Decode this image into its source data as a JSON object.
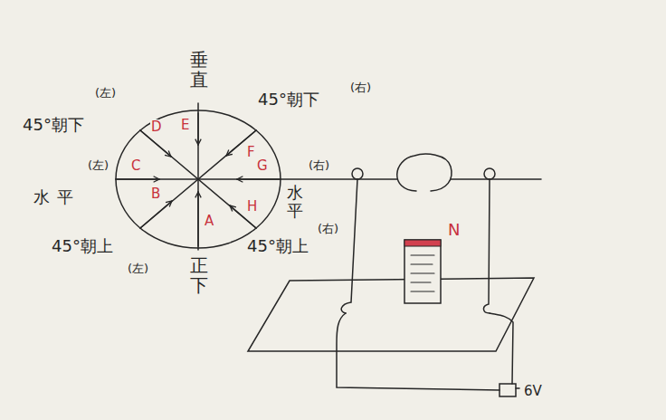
{
  "diagram": {
    "labels": [
      "垂直",
      "(左)",
      "45°朝下",
      "45°朝下",
      "(右)",
      "D",
      "E",
      "F",
      "(左)",
      "C",
      "水平",
      "G",
      "水平",
      "(右)",
      "B",
      "H",
      "A",
      "N",
      "45°朝上",
      "(左)",
      "正下",
      "45°朝上",
      "(右)",
      "6V"
    ]
  }
}
